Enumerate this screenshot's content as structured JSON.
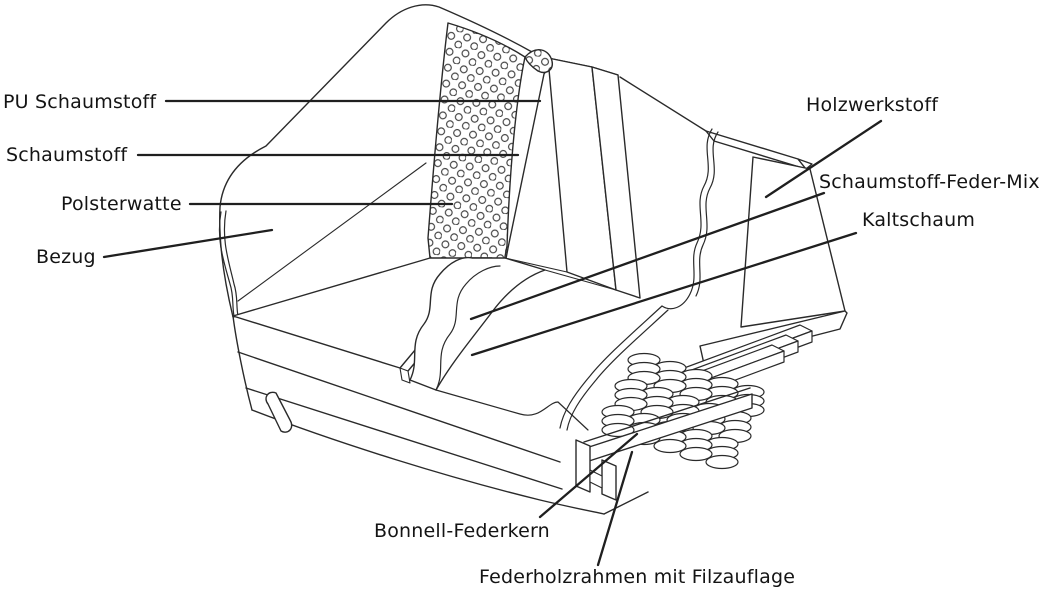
{
  "figure": {
    "type": "exploded cutaway line drawing of an upholstered sofa section",
    "background_color": "#ffffff",
    "line_color": "#1f1f1f",
    "leader_line_color": "#1f1f1f"
  },
  "labels": {
    "pu_schaumstoff": "PU Schaumstoff",
    "schaumstoff": "Schaumstoff",
    "polsterwatte": "Polsterwatte",
    "bezug": "Bezug",
    "holzwerkstoff": "Holzwerkstoff",
    "schaumstoff_feder_mix": "Schaumstoff-Feder-Mix",
    "kaltschaum": "Kaltschaum",
    "bonnell_federkern": "Bonnell-Federkern",
    "federholzrahmen": "Federholzrahmen mit Filzauflage"
  }
}
